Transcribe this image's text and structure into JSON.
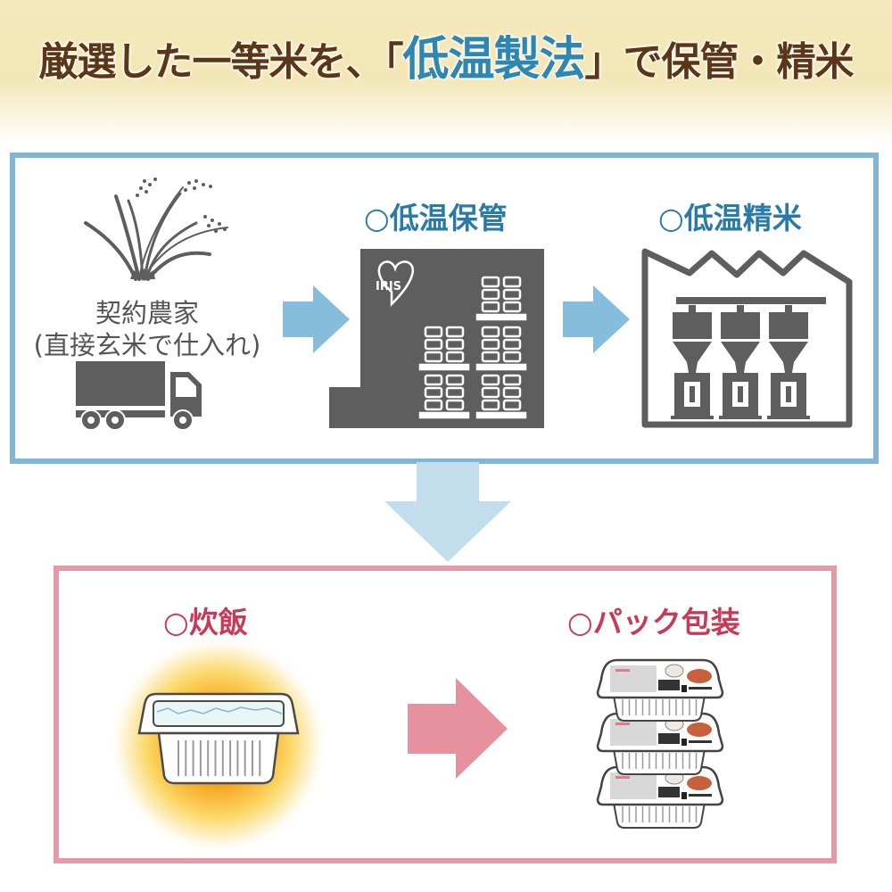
{
  "header": {
    "title_before": "厳選した一等米を、「",
    "title_highlight": "低温製法",
    "title_after": "」で保管・精米"
  },
  "colors": {
    "title_text": "#5b3718",
    "title_highlight": "#2f86b0",
    "blue_border": "#7fb6d6",
    "blue_heading": "#2a7aa8",
    "pink_border": "#e39aa6",
    "pink_heading": "#c83a55",
    "icon_gray": "#5e5e5e"
  },
  "process_top": {
    "farm": {
      "label_line1": "契約農家",
      "label_line2": "(直接玄米で仕入れ)"
    },
    "storage": {
      "heading": "○低温保管",
      "logo_text": "IRIS"
    },
    "milling": {
      "heading": "○低温精米"
    }
  },
  "process_bottom": {
    "cooking": {
      "heading": "○炊飯"
    },
    "packaging": {
      "heading": "○パック包装"
    }
  }
}
